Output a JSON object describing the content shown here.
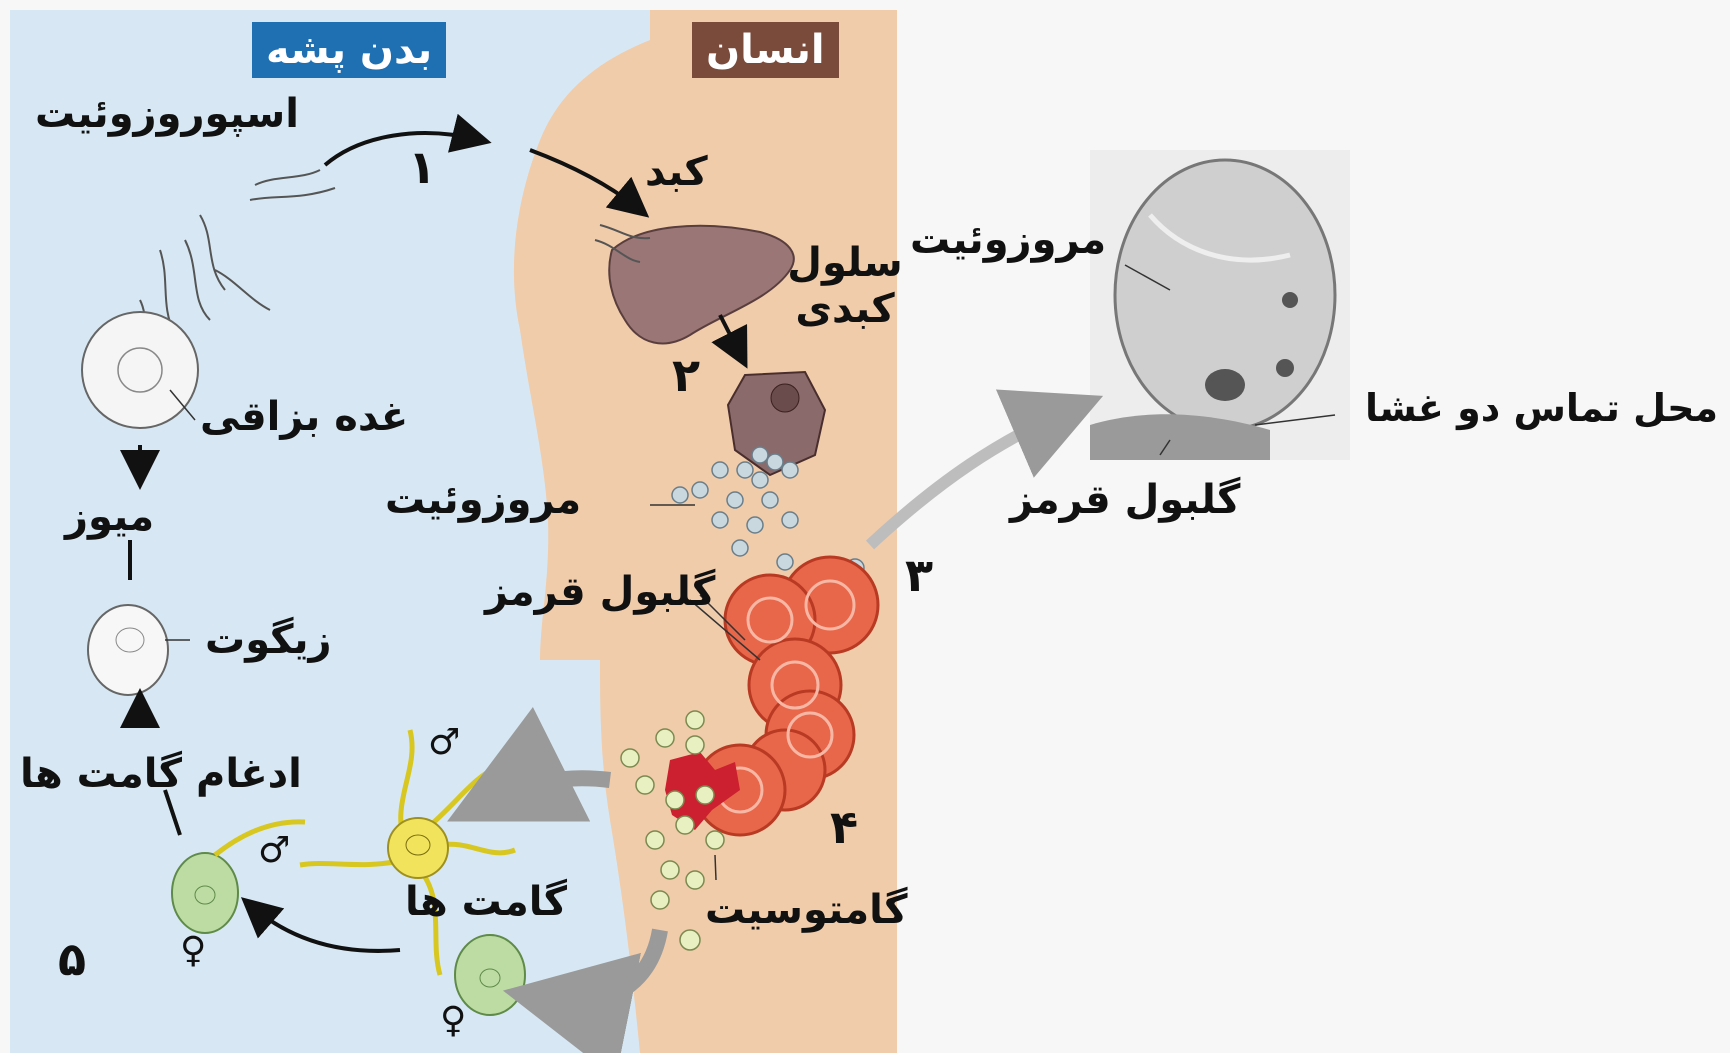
{
  "header": {
    "mosquito_body": "بدن پشه",
    "human": "انسان"
  },
  "labels": {
    "sporozoite": "اسپوروزوئیت",
    "liver": "کبد",
    "liver_cell": "سلول کبدی",
    "merozoite": "مروزوئیت",
    "red_blood_cell": "گلبول قرمز",
    "salivary_gland": "غده بزاقی",
    "meiosis": "میوز",
    "zygote": "زیگوت",
    "gamete_fusion": "ادغام گامت ها",
    "gametes": "گامت ها",
    "gametocyte": "گامتوسیت",
    "micro_merozoite": "مروزوئیت",
    "micro_contact": "محل تماس دو غشا",
    "micro_rbc": "گلبول قرمز"
  },
  "steps": [
    "۱",
    "۲",
    "۳",
    "۴",
    "۵"
  ],
  "symbols": {
    "male": "♂",
    "female": "♀"
  },
  "colors": {
    "mosquito_bg": "#d7e8f4",
    "human_bg": "#f0ccaa",
    "mosquito_tag": "#1f6fb3",
    "human_tag": "#7a4a3a",
    "rbc": "#e8664a",
    "liver": "#9a7676",
    "gamete_yellow": "#f2e35c",
    "gamete_green": "#bcdca4"
  }
}
